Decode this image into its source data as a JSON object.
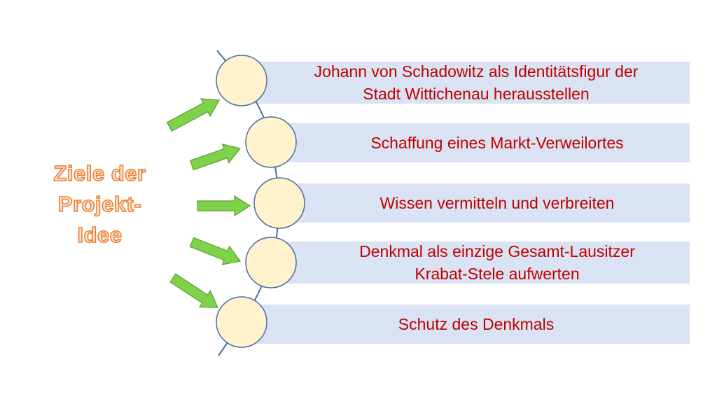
{
  "title_lines": [
    "Ziele der",
    "Projekt-",
    "Idee"
  ],
  "goals": [
    "Johann von Schadowitz als Identitätsfigur der\nStadt Wittichenau herausstellen",
    "Schaffung eines Markt-Verweilortes",
    "Wissen vermitteln und verbreiten",
    "Denkmal als einzige Gesamt-Lausitzer\nKrabat-Stele aufwerten",
    "Schutz des Denkmals"
  ],
  "colors": {
    "bar_fill": "#dae3f3",
    "goal_text": "#c00000",
    "circle_fill": "#fff2cc",
    "circle_stroke": "#4a6fa5",
    "arrow_fill": "#7fd34a",
    "arrow_stroke": "#5a9e2f",
    "title_fill": "#fbe3cf",
    "title_stroke": "#ed7d31",
    "chain_line": "#4a6fa5"
  }
}
